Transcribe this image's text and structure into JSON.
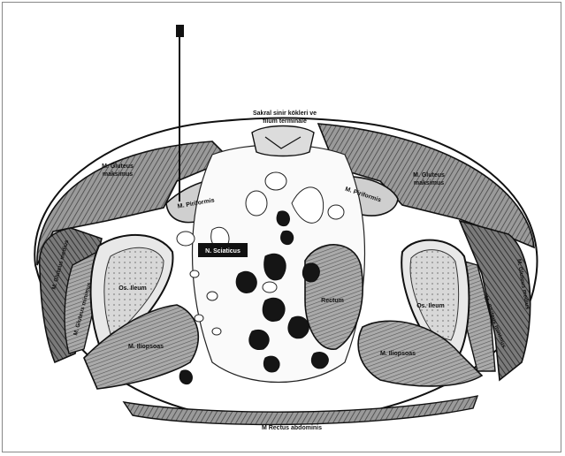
{
  "labels": {
    "sacral": "Sakral sinir kökleri ve",
    "sacral2": "filum terminale",
    "gluteus_max_left": "M. Gluteus",
    "gluteus_max_left2": "maksimus",
    "gluteus_max_right": "M. Gluteus",
    "gluteus_max_right2": "maksimus",
    "piriformis_left": "M. Piriformis",
    "piriformis_right": "M. Piriformis",
    "sciatic": "N. Sciaticus",
    "gluteus_medius_left": "M. Gluteus medius",
    "gluteus_minimus_left": "M. Gluteus minimus",
    "os_ileum_left": "Os. Ileum",
    "os_ileum_right": "Os. Ileum",
    "rectum": "Rectum",
    "iliopsoas_left": "M. Iliopsoas",
    "iliopsoas_right": "M. Iliopsoas",
    "gluteus_minimus_right": "M. Gluteus minimus",
    "gluteus_medius_right": "M. Gluteus medius",
    "rectus_abdominis": "M Rectus abdominis"
  },
  "colors": {
    "muscle": "#8a8a8a",
    "muscle_dark": "#3a3a3a",
    "bone": "#e6e6e6",
    "outline": "#111111",
    "organ_dark": "#151515"
  }
}
